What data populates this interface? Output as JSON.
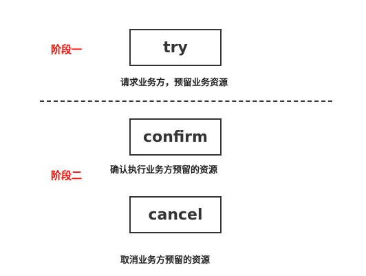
{
  "phase_one": {
    "label": "阶段一",
    "step": {
      "name": "try",
      "description": "请求业务方，预留业务资源"
    }
  },
  "phase_two": {
    "label": "阶段二",
    "steps": [
      {
        "name": "confirm",
        "description": "确认执行业务方预留的资源"
      },
      {
        "name": "cancel",
        "description": "取消业务方预留的资源"
      }
    ]
  },
  "colors": {
    "stage_label": "#ff0000",
    "box_border": "#333333",
    "text": "#222222"
  }
}
